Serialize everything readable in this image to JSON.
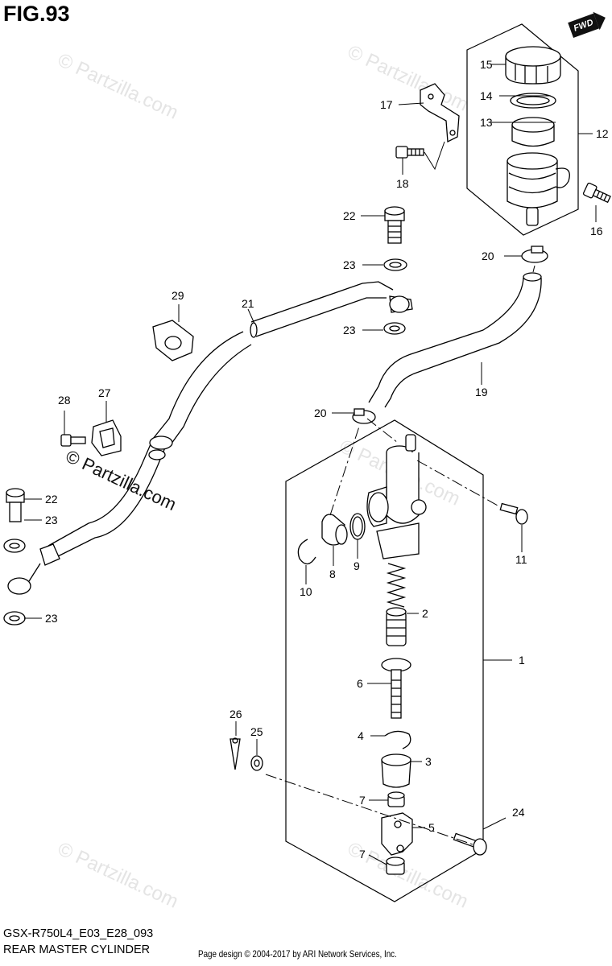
{
  "figure": {
    "title": "FIG.93",
    "fwd_label": "FWD",
    "model_code": "GSX-R750L4_E03_E28_093",
    "subtitle": "REAR MASTER CYLINDER",
    "footer": "Page design © 2004-2017 by ARI Network Services, Inc."
  },
  "watermark": {
    "text": "© Partzilla.com"
  },
  "callouts": [
    {
      "id": "c1",
      "label": "1"
    },
    {
      "id": "c2",
      "label": "2"
    },
    {
      "id": "c3",
      "label": "3"
    },
    {
      "id": "c4",
      "label": "4"
    },
    {
      "id": "c5",
      "label": "5"
    },
    {
      "id": "c6",
      "label": "6"
    },
    {
      "id": "c7a",
      "label": "7"
    },
    {
      "id": "c7b",
      "label": "7"
    },
    {
      "id": "c8",
      "label": "8"
    },
    {
      "id": "c9",
      "label": "9"
    },
    {
      "id": "c10",
      "label": "10"
    },
    {
      "id": "c11",
      "label": "11"
    },
    {
      "id": "c12",
      "label": "12"
    },
    {
      "id": "c13",
      "label": "13"
    },
    {
      "id": "c14",
      "label": "14"
    },
    {
      "id": "c15",
      "label": "15"
    },
    {
      "id": "c16",
      "label": "16"
    },
    {
      "id": "c17",
      "label": "17"
    },
    {
      "id": "c18",
      "label": "18"
    },
    {
      "id": "c19",
      "label": "19"
    },
    {
      "id": "c20a",
      "label": "20"
    },
    {
      "id": "c20b",
      "label": "20"
    },
    {
      "id": "c21",
      "label": "21"
    },
    {
      "id": "c22a",
      "label": "22"
    },
    {
      "id": "c22b",
      "label": "22"
    },
    {
      "id": "c23a",
      "label": "23"
    },
    {
      "id": "c23b",
      "label": "23"
    },
    {
      "id": "c23c",
      "label": "23"
    },
    {
      "id": "c23d",
      "label": "23"
    },
    {
      "id": "c24",
      "label": "24"
    },
    {
      "id": "c25",
      "label": "25"
    },
    {
      "id": "c26",
      "label": "26"
    },
    {
      "id": "c27",
      "label": "27"
    },
    {
      "id": "c28",
      "label": "28"
    },
    {
      "id": "c29",
      "label": "29"
    }
  ]
}
